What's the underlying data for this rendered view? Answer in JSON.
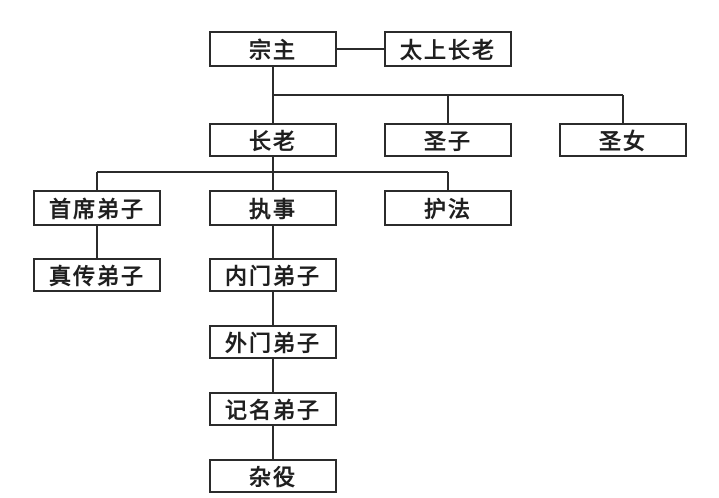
{
  "nodes": {
    "zongzhu": "宗主",
    "taishang_zhanglao": "太上长老",
    "zhanglao": "长老",
    "shengzi": "圣子",
    "shengnv": "圣女",
    "shouxi_dizi": "首席弟子",
    "zhishi": "执事",
    "hufa": "护法",
    "zhenchuan_dizi": "真传弟子",
    "neimen_dizi": "内门弟子",
    "waimen_dizi": "外门弟子",
    "jiming_dizi": "记名弟子",
    "zayi": "杂役"
  },
  "colors": {
    "line": "#2b2b2b",
    "box_border": "#2b2b2b",
    "text": "#1f1f1f",
    "background": "#ffffff"
  }
}
